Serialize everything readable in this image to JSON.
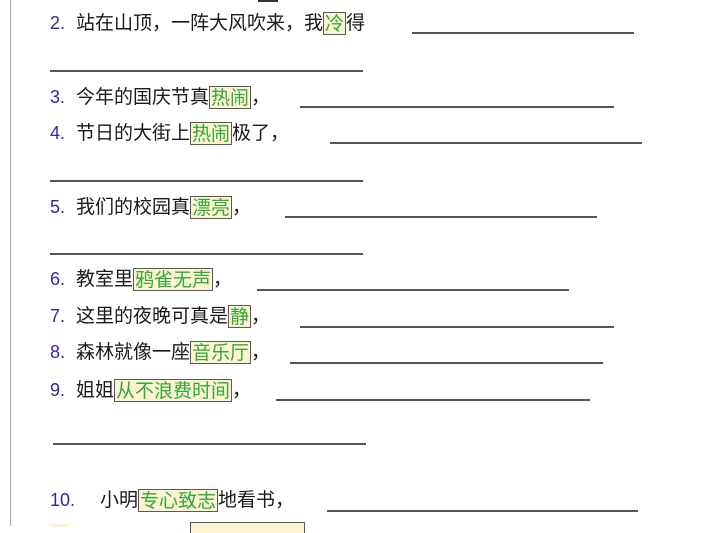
{
  "worksheet": {
    "items": [
      {
        "number": "2.",
        "before": "站在山顶，一阵大风吹来，我",
        "keyword": "冷",
        "after": "得",
        "has_extra_line": true
      },
      {
        "number": "3.",
        "before": "今年的国庆节真",
        "keyword": "热闹",
        "after": "，",
        "has_extra_line": false
      },
      {
        "number": "4.",
        "before": "节日的大街上",
        "keyword": "热闹",
        "after": "极了，",
        "has_extra_line": true
      },
      {
        "number": "5.",
        "before": "我们的校园真",
        "keyword": "漂亮",
        "after": "，",
        "has_extra_line": true
      },
      {
        "number": "6.",
        "before": "教室里",
        "keyword": "鸦雀无声",
        "after": "，",
        "has_extra_line": false
      },
      {
        "number": "7.",
        "before": "这里的夜晚可真是",
        "keyword": "静",
        "after": "，",
        "has_extra_line": false
      },
      {
        "number": "8.",
        "before": "森林就像一座",
        "keyword": "音乐厅",
        "after": "，",
        "has_extra_line": false
      },
      {
        "number": "9.",
        "before": "姐姐",
        "keyword": "从不浪费时间",
        "after": "，",
        "has_extra_line": true
      },
      {
        "number": "10.",
        "before": "小明",
        "keyword": "专心致志",
        "after": "地看书，",
        "has_extra_line": false
      }
    ]
  },
  "colors": {
    "number": "#2a2aa8",
    "keyword_text": "#2eaa3a",
    "keyword_bg": "#fdf3d2",
    "keyword_border": "#5a5a5a",
    "text": "#1a1a1a",
    "underline": "#555555"
  }
}
